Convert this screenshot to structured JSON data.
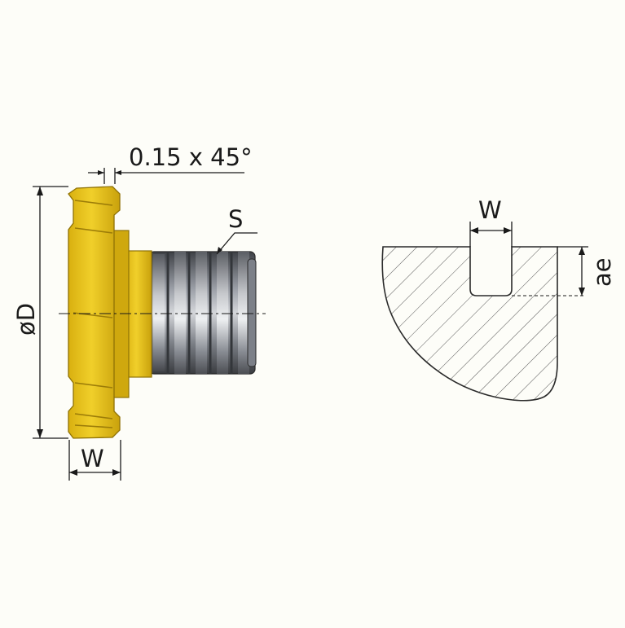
{
  "labels": {
    "chamfer": "0.15 x 45°",
    "thread": "S",
    "diameter": "øD",
    "insert_width": "W",
    "groove_width": "W",
    "depth": "ae"
  },
  "colors": {
    "background": "#fdfdf8",
    "insert_gold": "#e8c21a",
    "insert_shadow": "#b59208",
    "thread_steel": "#6c7078",
    "line": "#1a1a1a",
    "hatch": "#555555"
  }
}
